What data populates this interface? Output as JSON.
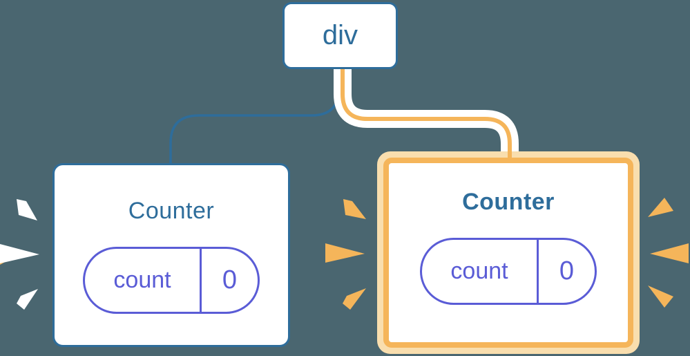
{
  "colors": {
    "background": "#4a6670",
    "blue": "#2e6d9b",
    "indigo": "#5a5cd6",
    "orange": "#f5b55a",
    "pale_orange": "#f9deae",
    "card_bg": "#ffffff"
  },
  "tree": {
    "root": {
      "label": "div"
    },
    "children": [
      {
        "title": "Counter",
        "highlighted": false,
        "state": {
          "key": "count",
          "value": "0"
        }
      },
      {
        "title": "Counter",
        "highlighted": true,
        "state": {
          "key": "count",
          "value": "0"
        }
      }
    ]
  }
}
